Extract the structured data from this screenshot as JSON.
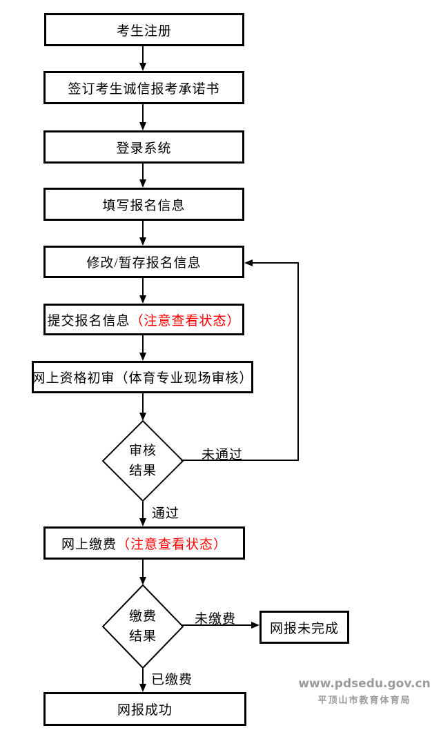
{
  "flow": {
    "steps": {
      "register": "考生注册",
      "commitment": "签订考生诚信报考承诺书",
      "login": "登录系统",
      "fill": "填写报名信息",
      "modify": "修改/暂存报名信息",
      "submit": "提交报名信息",
      "submit_note": "（注意查看状态）",
      "review": "网上资格初审（体育专业现场审核）",
      "pay": "网上缴费",
      "pay_note": "（注意查看状态）",
      "not_done": "网报未完成",
      "success": "网报成功"
    },
    "decisions": {
      "audit": {
        "line1": "审核",
        "line2": "结果"
      },
      "payment": {
        "line1": "缴费",
        "line2": "结果"
      }
    },
    "edges": {
      "audit_fail": "未通过",
      "audit_pass": "通过",
      "pay_no": "未缴费",
      "pay_yes": "已缴费"
    }
  },
  "watermark": {
    "site": "www.pdsedu.gov.cn",
    "org": "平顶山市教育体育局"
  },
  "colors": {
    "note_red": "#ff0000",
    "line_black": "#000000",
    "watermark_gray": "#9b9b9b"
  }
}
